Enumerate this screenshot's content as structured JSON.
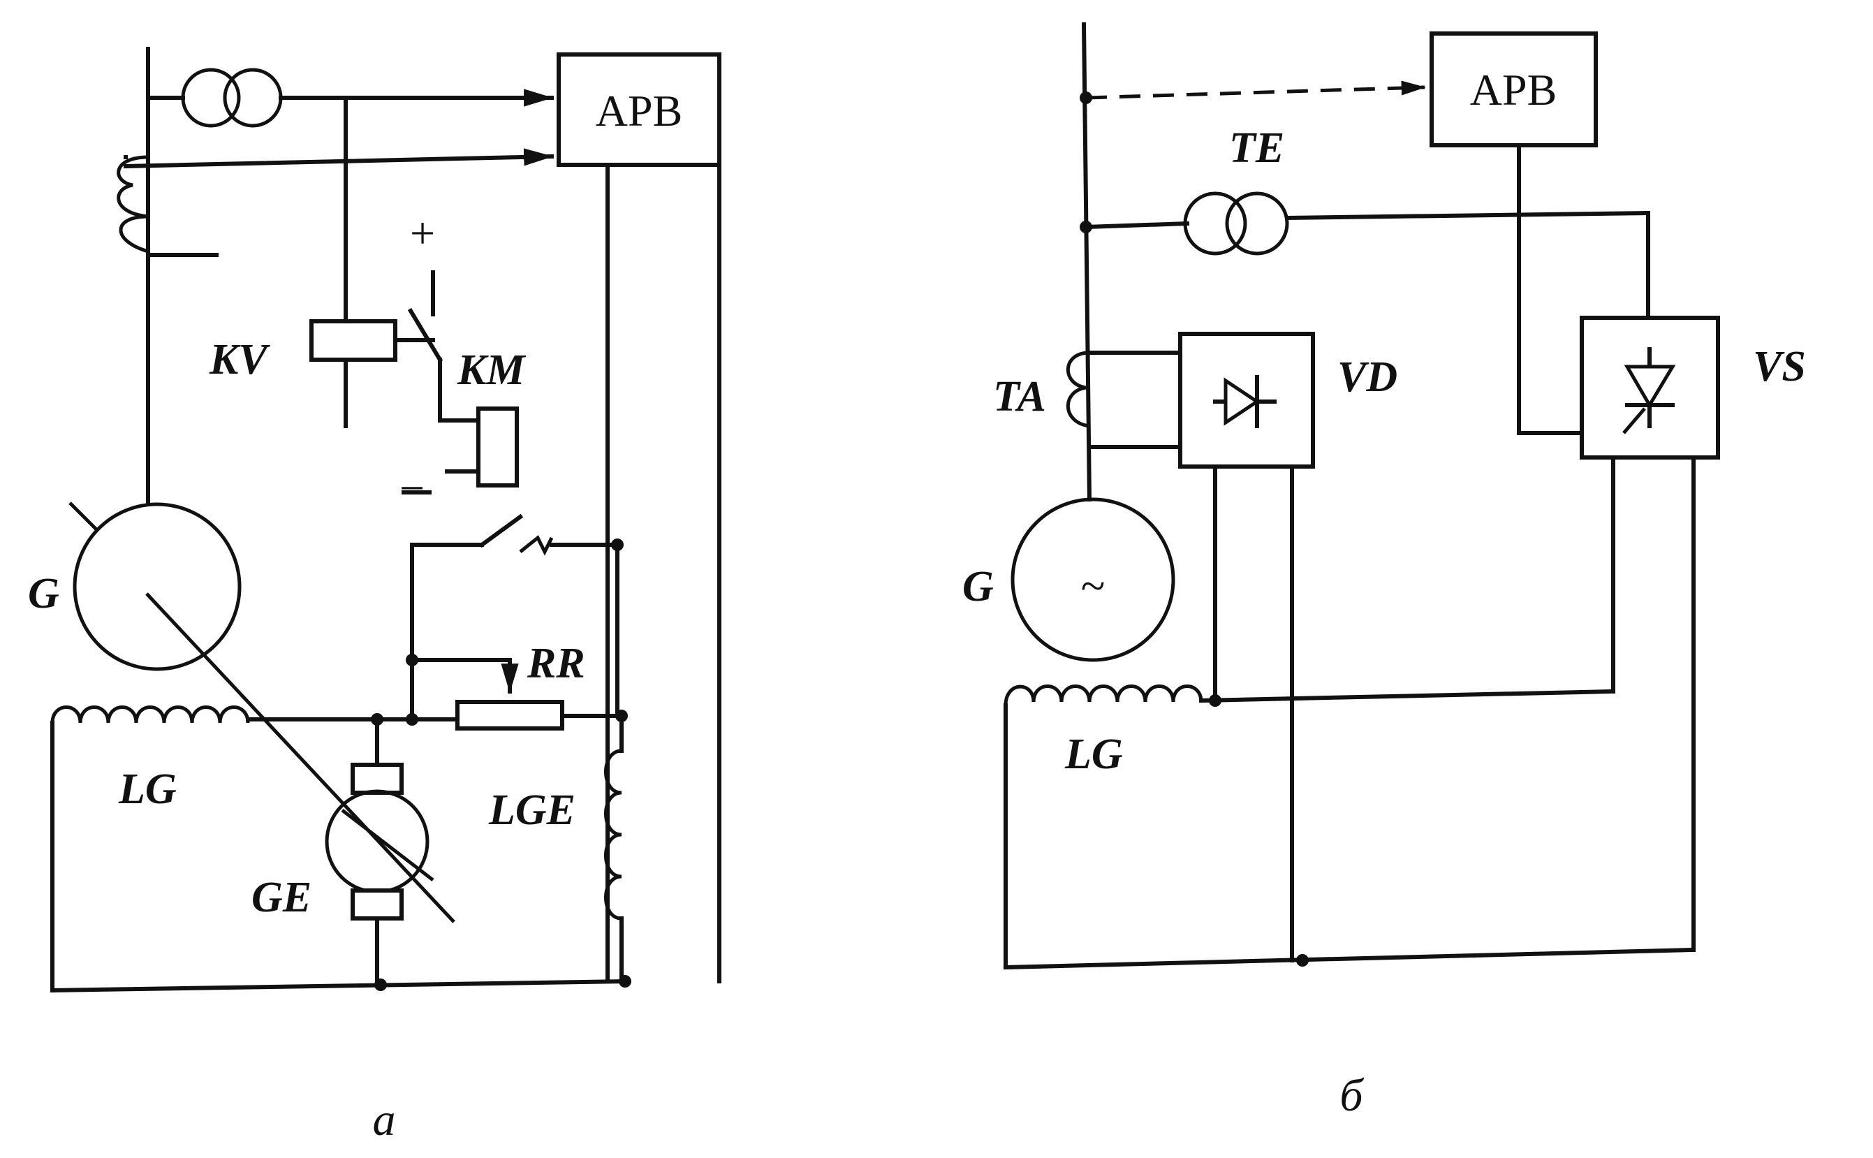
{
  "diagram_a": {
    "caption": "а",
    "regulator_label": "АРВ",
    "labels": {
      "relay": "KV",
      "contactor": "KM",
      "generator": "G",
      "field_rheostat": "RR",
      "generator_winding": "LG",
      "exciter_winding": "LGE",
      "exciter": "GE",
      "plus": "+",
      "minus": "−"
    }
  },
  "diagram_b": {
    "caption": "б",
    "regulator_label": "АРВ",
    "labels": {
      "excitation_transformer": "TE",
      "current_transformer": "TA",
      "diode_rectifier": "VD",
      "thyristor_converter": "VS",
      "generator": "G",
      "generator_winding": "LG",
      "generator_symbol": "~"
    }
  }
}
